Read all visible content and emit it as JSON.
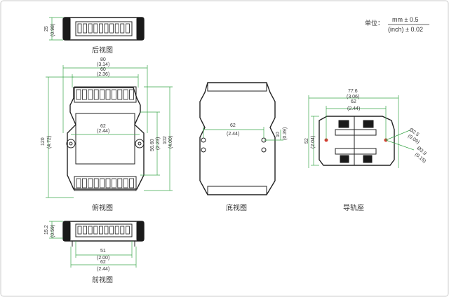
{
  "unit_legend": {
    "label": "单位：",
    "metric": "mm ± 0.5",
    "imperial": "(inch) ± 0.02"
  },
  "views": {
    "rear": {
      "title": "后视图",
      "height_mm": "25",
      "height_in": "(0.98)"
    },
    "top": {
      "title": "俯视图",
      "width_outer_mm": "80",
      "width_outer_in": "(3.14)",
      "width_mid_mm": "60",
      "width_mid_in": "(2.36)",
      "width_inner_mm": "62",
      "width_inner_in": "(2.44)",
      "height_total_mm": "120",
      "height_total_in": "(4.72)",
      "hole_spacing_mm": "56.60",
      "hole_spacing_in": "(2.23)",
      "body_height_mm": "102",
      "body_height_in": "(4.00)"
    },
    "front": {
      "title": "前视图",
      "height_mm": "15.2",
      "height_in": "(0.59)",
      "inner_mm": "51",
      "inner_in": "(2.00)",
      "outer_mm": "62",
      "outer_in": "(2.44)"
    },
    "bottom": {
      "title": "底视图",
      "hole_span_mm": "62",
      "hole_span_in": "(2.44)",
      "hole_offset_mm": "10",
      "hole_offset_in": "(0.39)"
    },
    "rail": {
      "title": "导轨座",
      "outer_mm": "77.6",
      "outer_in": "(3.06)",
      "inner_mm": "62",
      "inner_in": "(2.44)",
      "height_mm": "52",
      "height_in": "(2.04)",
      "hole_small_mm": "Ø2.5",
      "hole_small_in": "(0.09)",
      "hole_large_mm": "Ø3.9",
      "hole_large_in": "(0.15)"
    }
  },
  "colors": {
    "dimension": "#3aa64a",
    "outline": "#222222",
    "marker": "#d23b2f"
  }
}
